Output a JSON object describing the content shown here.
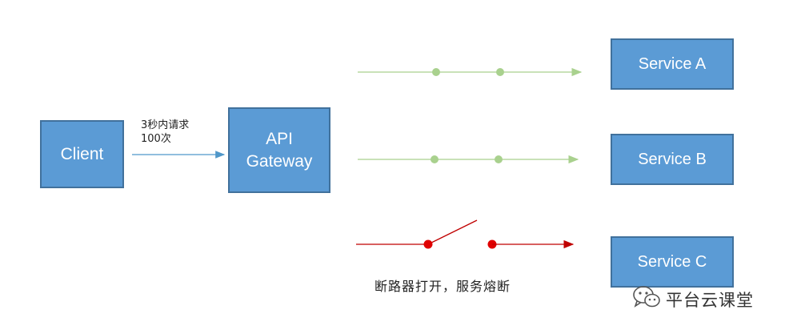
{
  "client": {
    "label": "Client"
  },
  "request_note": {
    "line1": "3秒内请求",
    "line2": "100次"
  },
  "gateway": {
    "line1": "API",
    "line2": "Gateway"
  },
  "services": [
    {
      "label": "Service A",
      "status": "ok"
    },
    {
      "label": "Service B",
      "status": "ok"
    },
    {
      "label": "Service C",
      "status": "broken"
    }
  ],
  "breaker_caption": "断路器打开，服务熔断",
  "watermark": {
    "icon": "wechat-icon",
    "text": "平台云课堂"
  },
  "colors": {
    "box_fill": "#5b9bd5",
    "box_border": "#41719c",
    "client_arrow": "#4f97c9",
    "ok_line": "#a9d18e",
    "ok_node": "#a9d18e",
    "broken_line": "#c00000",
    "broken_node": "#e00000"
  }
}
